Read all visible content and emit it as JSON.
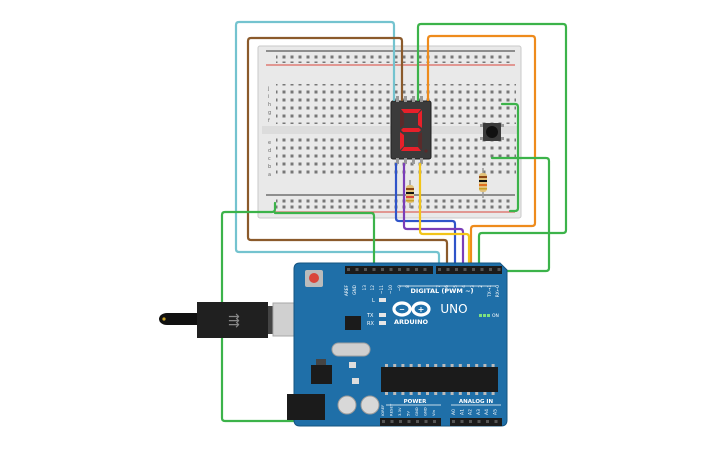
{
  "board": {
    "brand": "ARDUINO",
    "model": "UNO",
    "digital_label": "DIGITAL (PWM ~)",
    "analog_label": "ANALOG IN",
    "power_label": "POWER",
    "on_label": "ON",
    "l_label": "L",
    "tx_label": "TX",
    "rx_label": "RX",
    "top_pin_labels": [
      "AREF",
      "GND",
      "13",
      "12",
      "~11",
      "~10",
      "~9",
      "8",
      "7",
      "~6",
      "~5",
      "4",
      "~3",
      "2",
      "TX→1",
      "RX←0"
    ],
    "power_pin_labels": [
      "IOREF",
      "RESET",
      "3.3V",
      "5V",
      "GND",
      "GND",
      "Vin"
    ],
    "analog_pin_labels": [
      "A0",
      "A1",
      "A2",
      "A3",
      "A4",
      "A5"
    ]
  },
  "display": {
    "digit": "2",
    "segment_color": "#e8202a"
  },
  "breadboard": {
    "col_count": 30,
    "row_letters_top": [
      "j",
      "i",
      "h",
      "g",
      "f"
    ],
    "row_letters_bottom": [
      "e",
      "d",
      "c",
      "b",
      "a"
    ]
  },
  "colors": {
    "board_blue": "#1f6fa8",
    "wire_cyan": "#74c3cf",
    "wire_brown": "#8b5a2b",
    "wire_green": "#3cb34a",
    "wire_orange": "#ee8b1c",
    "wire_purple": "#7a3db8",
    "wire_blue": "#2f54c9",
    "wire_yellow": "#f2c418",
    "rail_red": "#d9453a",
    "rail_black": "#333333"
  }
}
